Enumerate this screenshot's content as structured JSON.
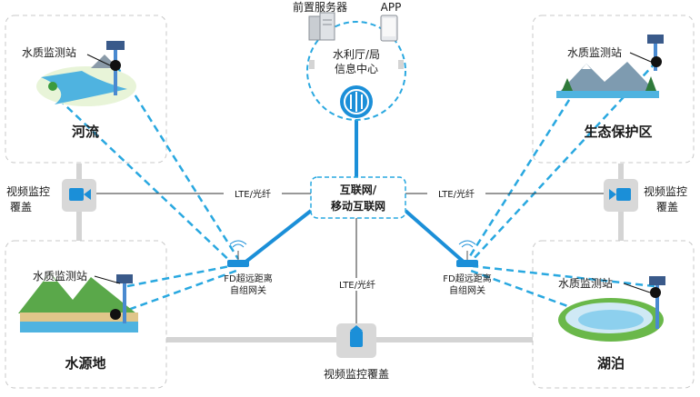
{
  "top": {
    "server_label": "前置服务器",
    "app_label": "APP",
    "center_line1": "水利厅/局",
    "center_line2": "信息中心"
  },
  "internet": {
    "line1": "互联网/",
    "line2": "移动互联网"
  },
  "links": {
    "left": "LTE/光纤",
    "right": "LTE/光纤",
    "bottom": "LTE/光纤"
  },
  "gateway_left": {
    "line1": "FD超远距离",
    "line2": "自组网关"
  },
  "gateway_right": {
    "line1": "FD超远距离",
    "line2": "自组网关"
  },
  "video_left": {
    "line1": "视频监控",
    "line2": "覆盖"
  },
  "video_right": {
    "line1": "视频监控",
    "line2": "覆盖"
  },
  "video_bottom": {
    "label": "视频监控覆盖"
  },
  "panels": {
    "river": {
      "title": "河流",
      "station": "水质监测站"
    },
    "source": {
      "title": "水源地",
      "station": "水质监测站"
    },
    "eco": {
      "title": "生态保护区",
      "station": "水质监测站"
    },
    "lake": {
      "title": "湖泊",
      "station": "水质监测站"
    }
  },
  "colors": {
    "primary": "#1b8fd8",
    "dashed": "#29a8e0",
    "panel_border": "#c8c8c8",
    "bar": "#d4d4d4"
  }
}
